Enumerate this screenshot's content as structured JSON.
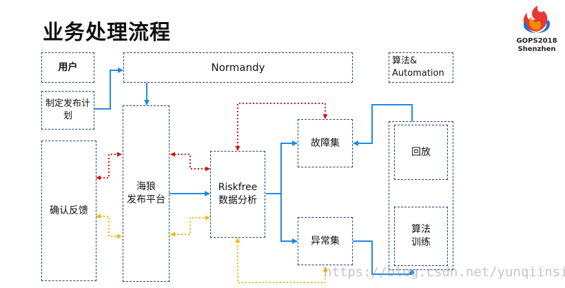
{
  "title": "业务处理流程",
  "logo": {
    "line1": "GOPS2018",
    "line2": "Shenzhen"
  },
  "nodes": {
    "user": "用户",
    "normandy": "Normandy",
    "algo_automation": "算法&\nAutomation",
    "release_plan": "制定发布计\n划",
    "confirm_feedback": "确认反馈",
    "hailang": "海狼\n发布平台",
    "riskfree": "Riskfree\n数据分析",
    "fault_set": "故障集",
    "anomaly_set": "异常集",
    "replay": "回放",
    "algo_training": "算法\n训练"
  },
  "colors": {
    "solid_arrow": "#1e88e5",
    "red_dotted": "#e01010",
    "yellow_dotted": "#f5b800",
    "box_border": "#1f3a6e"
  },
  "watermark": "https://blog.csdn.net/yunqiinsight"
}
